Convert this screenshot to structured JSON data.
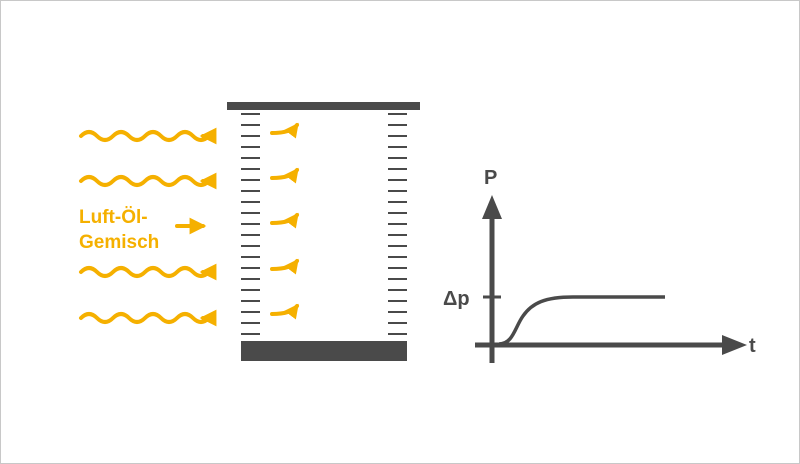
{
  "colors": {
    "flow": "#f5b000",
    "structure": "#4a4a4a",
    "border": "#c8c8c8",
    "background": "#ffffff"
  },
  "labels": {
    "fluid_line1": "Luft-Öl-",
    "fluid_line2": "Gemisch",
    "axis_y": "P",
    "axis_x": "t",
    "delta_p": "Δp"
  },
  "icons": {
    "inflow_wave": "wavy-arrow-icon",
    "outflow_arrow": "curved-arrow-icon"
  }
}
